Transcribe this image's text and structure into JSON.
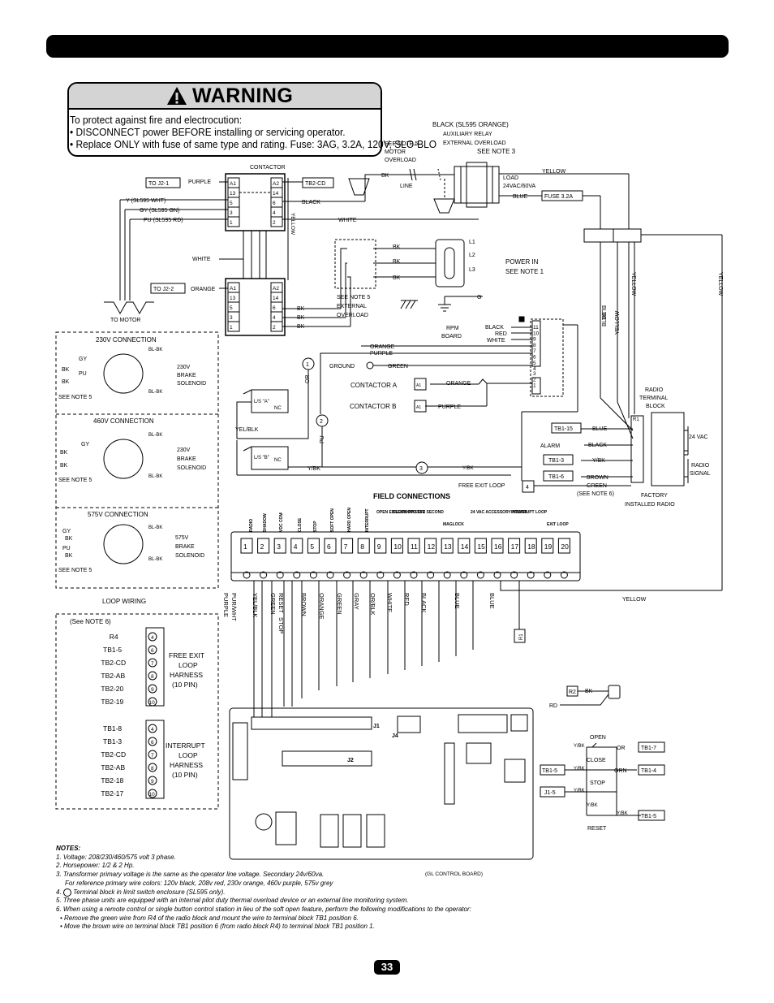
{
  "warning": {
    "title": "WARNING",
    "line1": "To protect against fire and electrocution:",
    "line2": "• DISCONNECT power BEFORE installing or servicing operator.",
    "line3": "• Replace ONLY with fuse of same type and rating. Fuse: 3AG, 3.2A, 120V, SLO-BLO"
  },
  "labels": {
    "contactor": "CONTACTOR",
    "to_j2_1": "TO J2-1",
    "to_j2_2": "TO J2-2",
    "tb2_cd": "TB2-CD",
    "purple": "PURPLE",
    "black": "BLACK",
    "white": "WHITE",
    "orange": "ORANGE",
    "yellow": "YELLOW",
    "y_sl595": "Y (SL595 WHT)",
    "gy_sl595": "GY (SL595 GN)",
    "pu_sl595": "PU (SL595 RD)",
    "to_motor": "TO MOTOR",
    "bk": "BK",
    "black_sl595": "BLACK (SL595 ORANGE)",
    "aux_relay": "AUXILIARY RELAY",
    "ext_overload": "EXTERNAL OVERLOAD",
    "see_note3": "SEE NOTE 3",
    "see_note5": "SEE NOTE 5",
    "motor": "MOTOR",
    "overload": "OVERLOAD",
    "line": "LINE",
    "load": "LOAD",
    "vac_24_60": "24VAC/60VA",
    "blue": "BLUE",
    "fuse": "FUSE 3.2A",
    "l1": "L1",
    "l2": "L2",
    "l3": "L3",
    "g": "G",
    "power_in": "POWER IN",
    "see_note1": "SEE NOTE 1",
    "see_note5_ext": "SEE NOTE 5",
    "external": "EXTERNAL",
    "overload2": "OVERLOAD",
    "rpm_board": "RPM",
    "board": "BOARD",
    "red": "RED",
    "ground": "GROUND",
    "green": "GREEN",
    "contactor_a": "CONTACTOR A",
    "contactor_b": "CONTACTOR B",
    "a1": "A1",
    "ls_a": "L/S \"A\"",
    "ls_b": "L/S \"B\"",
    "c": "C",
    "nc": "NC",
    "or": "OR",
    "pu": "PU",
    "yel_blk": "YEL/BLK",
    "ybk": "Y/BK",
    "radio": "RADIO",
    "terminal": "TERMINAL",
    "block": "BLOCK",
    "tb1_15": "TB1-15",
    "tb1_3": "TB1-3",
    "tb1_6": "TB1-6",
    "alarm": "ALARM",
    "brown": "BROWN",
    "see_note6": "(SEE NOTE 6)",
    "factory": "FACTORY",
    "installed_radio": "INSTALLED RADIO",
    "vac24": "24 VAC",
    "radio_signal_1": "RADIO",
    "radio_signal_2": "SIGNAL",
    "free_exit_loop": "FREE EXIT LOOP",
    "field_connections": "FIELD CONNECTIONS",
    "conn_230": "230V CONNECTION",
    "conn_460": "460V CONNECTION",
    "conn_575": "575V CONNECTION",
    "bl_bk": "BL-BK",
    "gy": "GY",
    "v230": "230V",
    "v575": "575V",
    "brake": "BRAKE",
    "solenoid": "SOLENOID",
    "loop_wiring": "LOOP WIRING",
    "see_note6_paren": "(See NOTE 6)",
    "free_exit_harness": "FREE EXIT",
    "loop": "LOOP",
    "harness": "HARNESS",
    "pin10": "(10 PIN)",
    "interrupt_harness": "INTERRUPT",
    "r1": "R1",
    "r2": "R2",
    "rd": "RD",
    "open": "OPEN",
    "close": "CLOSE",
    "stop": "STOP",
    "reset": "RESET",
    "grn": "GRN",
    "tb1_7": "TB1-7",
    "tb1_4": "TB1-4",
    "tb1_5": "TB1-5",
    "j1_5": "J1-5",
    "gl_board": "(GL CONTROL BOARD)",
    "j1": "J1",
    "j2": "J2",
    "j4": "J4"
  },
  "terminal_headers": [
    "RADIO",
    "SHADOW",
    "VDC COM",
    "CLOSE",
    "STOP",
    "SOFT OPEN",
    "HARD OPEN",
    "INTERRUPT",
    "OPEN EDGE/PHOTO EYE",
    "CLOSE",
    "MASTER SECOND",
    "MAGLOCK",
    "24 VAC ACCESSORY POWER",
    "INTERRUPT LOOP",
    "EXIT LOOP"
  ],
  "terminal_numbers": [
    "1",
    "2",
    "3",
    "4",
    "5",
    "6",
    "7",
    "8",
    "9",
    "10",
    "11",
    "12",
    "13",
    "14",
    "15",
    "16",
    "17",
    "18",
    "19",
    "20"
  ],
  "terminal_wires": [
    "PURPLE",
    "PUR/WHT",
    "YEL/BLK",
    "GREEN",
    "RESET",
    "STOP",
    "BROWN",
    "ORANGE",
    "GREEN",
    "GRAY",
    "OR/BLK",
    "WHITE",
    "RED",
    "BLACK",
    "BLUE",
    "BLUE"
  ],
  "free_exit_pins": [
    {
      "label": "R4",
      "pin": "4"
    },
    {
      "label": "TB1-5",
      "pin": "6"
    },
    {
      "label": "TB2-CD",
      "pin": "7"
    },
    {
      "label": "TB2-AB",
      "pin": "8"
    },
    {
      "label": "TB2-20",
      "pin": "9"
    },
    {
      "label": "TB2-19",
      "pin": "10"
    }
  ],
  "interrupt_pins": [
    {
      "label": "TB1-8",
      "pin": "4"
    },
    {
      "label": "TB1-3",
      "pin": "6"
    },
    {
      "label": "TB2-CD",
      "pin": "7"
    },
    {
      "label": "TB2-AB",
      "pin": "8"
    },
    {
      "label": "TB2-18",
      "pin": "9"
    },
    {
      "label": "TB2-17",
      "pin": "10"
    }
  ],
  "contactor_pins_left": [
    "A1",
    "13",
    "5",
    "3",
    "1"
  ],
  "contactor_pins_right": [
    "A2",
    "14",
    "6",
    "4",
    "2"
  ],
  "rpm_pins": [
    "11",
    "10",
    "9",
    "8",
    "7",
    "6",
    "5",
    "4",
    "3",
    "2",
    "1"
  ],
  "notes": {
    "title": "NOTES:",
    "n1": "1.  Voltage: 208/230/460/575 volt 3 phase.",
    "n2": "2.  Horsepower: 1/2 & 2 Hp.",
    "n3a": "3.  Transformer primary voltage is the same as the operator line voltage. Secondary 24v/60va.",
    "n3b": "For reference primary wire colors: 120v black, 208v red, 230v orange, 460v purple, 575v grey",
    "n4": "Terminal block in limit switch enclosure (SL595 only).",
    "n5": "5. Three phase units are equipped with an internal pilot duty thermal overload device or an external line monitoring system.",
    "n6": "6. When using a remote control or single button control station in lieu of the soft open feature, perform the following modifications to the operator:",
    "n6a": "• Remove the green wire from R4 of the radio block and mount the wire to terminal block TB1 position 6.",
    "n6b": "• Move the brown wire on terminal block TB1 position 6 (from radio block R4) to terminal block TB1 position 1."
  },
  "page_number": "33"
}
